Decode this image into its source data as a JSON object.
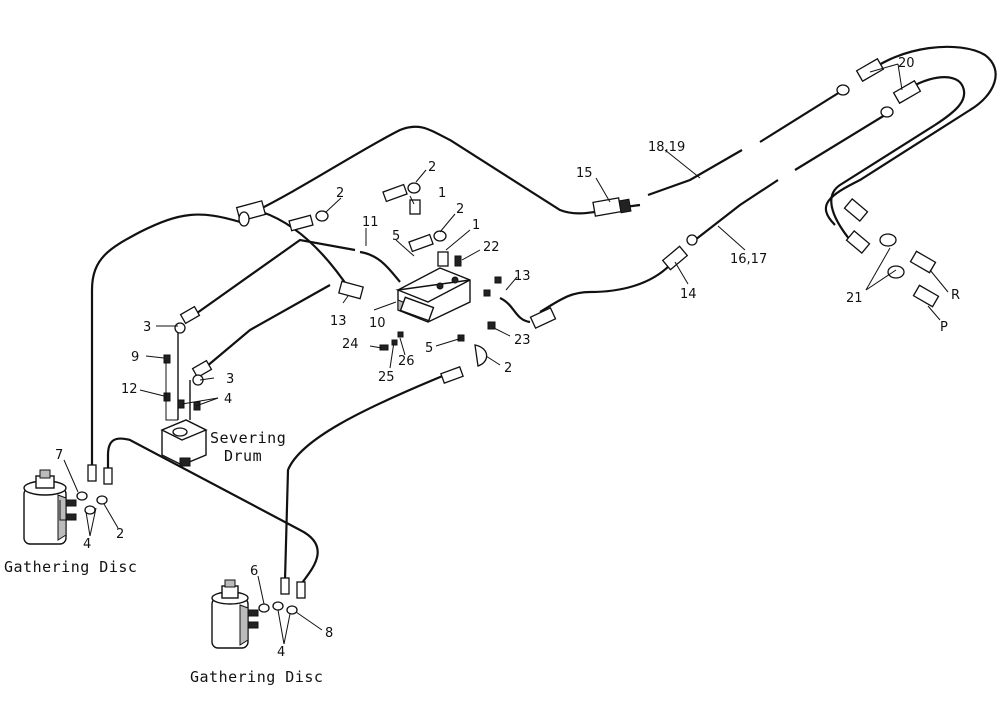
{
  "diagram": {
    "captions": {
      "severing_drum_line1": "Severing",
      "severing_drum_line2": "Drum",
      "gathering_disc_left": "Gathering Disc",
      "gathering_disc_bottom": "Gathering Disc"
    },
    "callouts": {
      "c1a": "1",
      "c1b": "1",
      "c2a": "2",
      "c2b": "2",
      "c2c": "2",
      "c2d": "2",
      "c2e": "2",
      "c3a": "3",
      "c3b": "3",
      "c4a": "4",
      "c4b": "4",
      "c4c": "4",
      "c5a": "5",
      "c5b": "5",
      "c6": "6",
      "c7": "7",
      "c8": "8",
      "c9": "9",
      "c10": "10",
      "c11": "11",
      "c12": "12",
      "c13a": "13",
      "c13b": "13",
      "c14": "14",
      "c15": "15",
      "c16_17": "16,17",
      "c18_19": "18,19",
      "c20": "20",
      "c21": "21",
      "c22": "22",
      "c23": "23",
      "c24": "24",
      "c25": "25",
      "c26": "26",
      "cR": "R",
      "cP": "P"
    }
  }
}
